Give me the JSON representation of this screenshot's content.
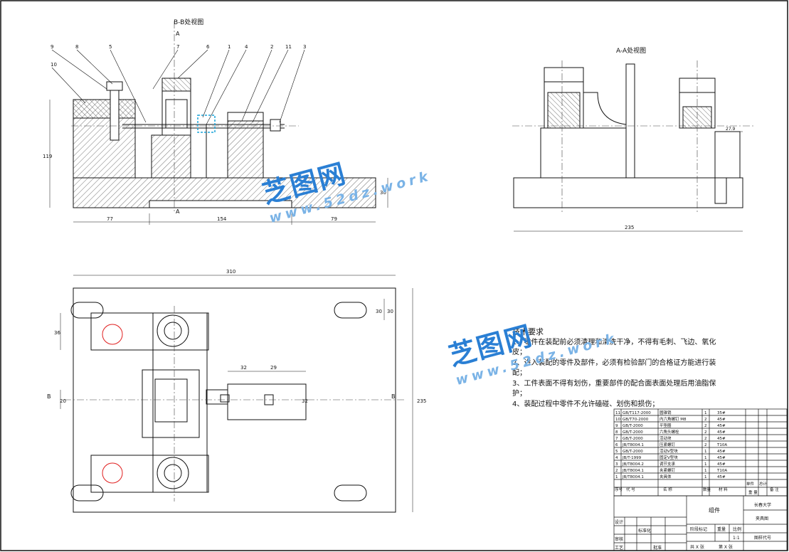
{
  "views": {
    "bb_title": "B-B处视图",
    "aa_title": "A-A处视图",
    "section_a_top": "A",
    "section_a_bottom": "A",
    "section_b_left": "B",
    "section_b_right": "B",
    "callouts": [
      "9",
      "8",
      "5",
      "7",
      "6",
      "1",
      "4",
      "2",
      "11",
      "3",
      "10"
    ]
  },
  "dimensions": {
    "height_119": "119",
    "d77": "77",
    "d154": "154",
    "d79": "79",
    "d30": "30",
    "aa_235": "235",
    "aa_small": "27.9",
    "plan_310": "310",
    "plan_235": "235",
    "d36": "36",
    "d30a": "30",
    "d30b": "30",
    "d32": "32",
    "d29": "29",
    "d20": "20",
    "d32v": "32"
  },
  "notes": {
    "title": "技术要求",
    "items": [
      "1、零件在装配前必须清理和清洗干净，不得有毛刺、飞边、氧化皮；",
      "2、进入装配的零件及部件，必须有检验部门的合格证方能进行装配；",
      "3、工件表面不得有划伤，重要部件的配合面表面处理后用油脂保护；",
      "4、装配过程中零件不允许磕碰、划伤和损伤；"
    ]
  },
  "bom": {
    "rows": [
      {
        "no": "11",
        "code": "GB/T117-2000",
        "name": "圆锥销",
        "qty": "1",
        "mat": "35#"
      },
      {
        "no": "10",
        "code": "GB/T70-2000",
        "name": "内六角螺钉 M8",
        "qty": "2",
        "mat": "45#"
      },
      {
        "no": "9",
        "code": "GB/T-2000",
        "name": "平垫圈",
        "qty": "2",
        "mat": "45#"
      },
      {
        "no": "8",
        "code": "GB/T-2000",
        "name": "六角头螺栓",
        "qty": "2",
        "mat": "45#"
      },
      {
        "no": "7",
        "code": "GB/T-2000",
        "name": "活动块",
        "qty": "2",
        "mat": "45#"
      },
      {
        "no": "6",
        "code": "JB/T8004.1",
        "name": "压紧螺钉",
        "qty": "2",
        "mat": "T10A"
      },
      {
        "no": "5",
        "code": "GB/T-2000",
        "name": "活动V型块",
        "qty": "1",
        "mat": "45#"
      },
      {
        "no": "4",
        "code": "JB/T-1999",
        "name": "固定V型块",
        "qty": "1",
        "mat": "45#"
      },
      {
        "no": "3",
        "code": "JB/T8004.2",
        "name": "调节支承",
        "qty": "1",
        "mat": "45#"
      },
      {
        "no": "2",
        "code": "JB/T8004.1",
        "name": "夹紧螺钉",
        "qty": "1",
        "mat": "T10A"
      },
      {
        "no": "1",
        "code": "JB/T8004.1",
        "name": "夹具体",
        "qty": "1",
        "mat": "45#"
      }
    ],
    "header": {
      "no": "序号",
      "code": "代 号",
      "name": "名 称",
      "qty": "数量",
      "mat": "材 料",
      "unit": "单件",
      "total": "总计",
      "weight": "重 量",
      "remark": "备 注"
    }
  },
  "title_block": {
    "part_name": "组件",
    "school": "长春大学",
    "drawing_name": "夹具图",
    "stage": "阶段标记",
    "weight": "重量",
    "scale": "比例",
    "scale_val": "1:1",
    "design": "设计",
    "review": "审核",
    "process": "工艺",
    "approve": "批准",
    "std": "标准化",
    "sheets": "共 X 张",
    "sheet": "第 X 张",
    "code": "图样代号"
  },
  "watermark": {
    "cn": "芝图网",
    "url": "www.52dz.work"
  },
  "colors": {
    "line": "#111111",
    "hatch": "#222222",
    "center": "#444444",
    "accent": "#e02020",
    "highlight": "#1aa4d8",
    "watermark": "#2a7fd4"
  }
}
